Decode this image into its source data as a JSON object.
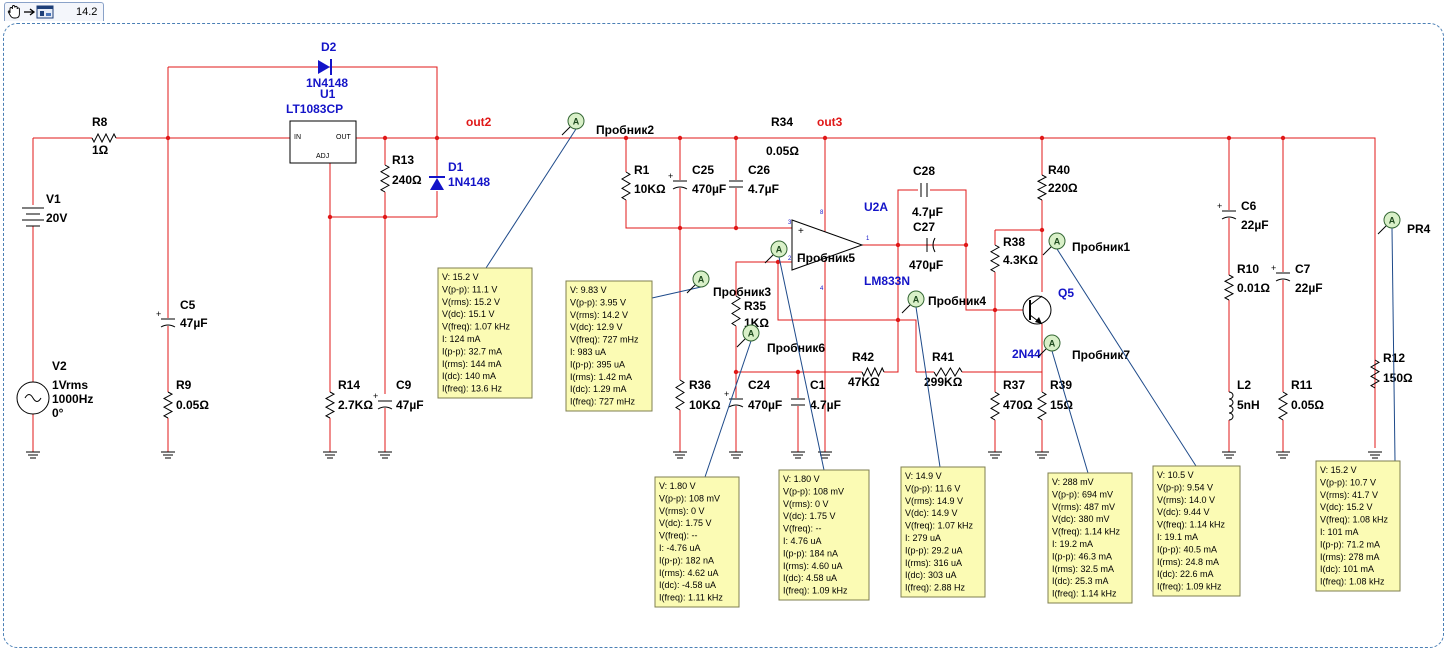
{
  "tab": {
    "label": "14.2"
  },
  "toolbar_icons": [
    "hand-icon",
    "arrow-right-icon",
    "sheet-icon"
  ],
  "nets": [
    "out2",
    "out3"
  ],
  "components": {
    "V1": {
      "ref": "V1",
      "value": "20V"
    },
    "V2": {
      "ref": "V2",
      "line1": "1Vrms",
      "line2": "1000Hz",
      "line3": "0°"
    },
    "R8": {
      "ref": "R8",
      "value": "1Ω"
    },
    "D2": {
      "ref": "D2",
      "value": "1N4148"
    },
    "D1": {
      "ref": "D1",
      "value": "1N4148"
    },
    "U1": {
      "ref": "U1",
      "value": "LT1083CP",
      "pin_in": "IN",
      "pin_out": "OUT",
      "pin_adj": "ADJ"
    },
    "R13": {
      "ref": "R13",
      "value": "240Ω"
    },
    "C5": {
      "ref": "C5",
      "value": "47µF"
    },
    "R9": {
      "ref": "R9",
      "value": "0.05Ω"
    },
    "R14": {
      "ref": "R14",
      "value": "2.7KΩ"
    },
    "C9": {
      "ref": "C9",
      "value": "47µF"
    },
    "R1": {
      "ref": "R1",
      "value": "10KΩ"
    },
    "C25": {
      "ref": "C25",
      "value": "470µF"
    },
    "C26": {
      "ref": "C26",
      "value": "4.7µF"
    },
    "R34": {
      "ref": "R34",
      "value": "0.05Ω"
    },
    "R35": {
      "ref": "R35",
      "value": "1KΩ"
    },
    "R36": {
      "ref": "R36",
      "value": "10KΩ"
    },
    "C24": {
      "ref": "C24",
      "value": "470µF"
    },
    "C1": {
      "ref": "C1",
      "value": "4.7µF"
    },
    "U2A": {
      "ref": "U2A",
      "value": "LM833N"
    },
    "C28": {
      "ref": "C28",
      "value": "4.7µF"
    },
    "C27": {
      "ref": "C27",
      "value": "470µF"
    },
    "R42": {
      "ref": "R42",
      "value": "47KΩ"
    },
    "R41": {
      "ref": "R41",
      "value": "299KΩ"
    },
    "R40": {
      "ref": "R40",
      "value": "220Ω"
    },
    "R38": {
      "ref": "R38",
      "value": "4.3KΩ"
    },
    "Q5": {
      "ref": "Q5",
      "value": "2N44"
    },
    "R37": {
      "ref": "R37",
      "value": "470Ω"
    },
    "R39": {
      "ref": "R39",
      "value": "15Ω"
    },
    "C6": {
      "ref": "C6",
      "value": "22µF"
    },
    "R10": {
      "ref": "R10",
      "value": "0.01Ω"
    },
    "L2": {
      "ref": "L2",
      "value": "5nH"
    },
    "C7": {
      "ref": "C7",
      "value": "22µF"
    },
    "R11": {
      "ref": "R11",
      "value": "0.05Ω"
    },
    "R12": {
      "ref": "R12",
      "value": "150Ω"
    }
  },
  "opamp_pins": {
    "p3": "3",
    "p2": "2",
    "p1": "1",
    "p8": "8",
    "p4": "4"
  },
  "probes": [
    {
      "name": "Пробник2",
      "readings": [
        "V: 15.2 V",
        "V(p-p): 11.1 V",
        "V(rms): 15.2 V",
        "V(dc): 15.1 V",
        "V(freq): 1.07 kHz",
        "I: 124 mA",
        "I(p-p): 32.7 mA",
        "I(rms): 144 mA",
        "I(dc): 140 mA",
        "I(freq): 13.6 Hz"
      ]
    },
    {
      "name": "Пробник3",
      "readings": [
        "V: 9.83 V",
        "V(p-p): 3.95 V",
        "V(rms): 14.2 V",
        "V(dc): 12.9 V",
        "V(freq): 727 mHz",
        "I: 983 uA",
        "I(p-p): 395 uA",
        "I(rms): 1.42 mA",
        "I(dc): 1.29 mA",
        "I(freq): 727 mHz"
      ]
    },
    {
      "name": "Пробник6",
      "readings": [
        "V: 1.80 V",
        "V(p-p): 108 mV",
        "V(rms): 0 V",
        "V(dc): 1.75 V",
        "V(freq): --",
        "I: -4.76 uA",
        "I(p-p): 182 nA",
        "I(rms): 4.62 uA",
        "I(dc): -4.58 uA",
        "I(freq): 1.11 kHz"
      ]
    },
    {
      "name": "Пробник5",
      "readings": [
        "V: 1.80 V",
        "V(p-p): 108 mV",
        "V(rms): 0 V",
        "V(dc): 1.75 V",
        "V(freq): --",
        "I: 4.76 uA",
        "I(p-p): 184 nA",
        "I(rms): 4.60 uA",
        "I(dc): 4.58 uA",
        "I(freq): 1.09 kHz"
      ]
    },
    {
      "name": "Пробник4",
      "readings": [
        "V: 14.9 V",
        "V(p-p): 11.6 V",
        "V(rms): 14.9 V",
        "V(dc): 14.9 V",
        "V(freq): 1.07 kHz",
        "I: 279 uA",
        "I(p-p): 29.2 uA",
        "I(rms): 316 uA",
        "I(dc): 303 uA",
        "I(freq): 2.88 Hz"
      ]
    },
    {
      "name": "Пробник7",
      "readings": [
        "V: 288 mV",
        "V(p-p): 694 mV",
        "V(rms): 487 mV",
        "V(dc): 380 mV",
        "V(freq): 1.14 kHz",
        "I: 19.2 mA",
        "I(p-p): 46.3 mA",
        "I(rms): 32.5 mA",
        "I(dc): 25.3 mA",
        "I(freq): 1.14 kHz"
      ]
    },
    {
      "name": "Пробник1",
      "readings": [
        "V: 10.5 V",
        "V(p-p): 9.54 V",
        "V(rms): 14.0 V",
        "V(dc): 9.44 V",
        "V(freq): 1.14 kHz",
        "I: 19.1 mA",
        "I(p-p): 40.5 mA",
        "I(rms): 24.8 mA",
        "I(dc): 22.6 mA",
        "I(freq): 1.09 kHz"
      ]
    },
    {
      "name": "PR4",
      "readings": [
        "V: 15.2 V",
        "V(p-p): 10.7 V",
        "V(rms): 41.7 V",
        "V(dc): 15.2 V",
        "V(freq): 1.08 kHz",
        "I: 101 mA",
        "I(p-p): 71.2 mA",
        "I(rms): 278 mA",
        "I(dc): 101 mA",
        "I(freq): 1.08 kHz"
      ]
    }
  ]
}
